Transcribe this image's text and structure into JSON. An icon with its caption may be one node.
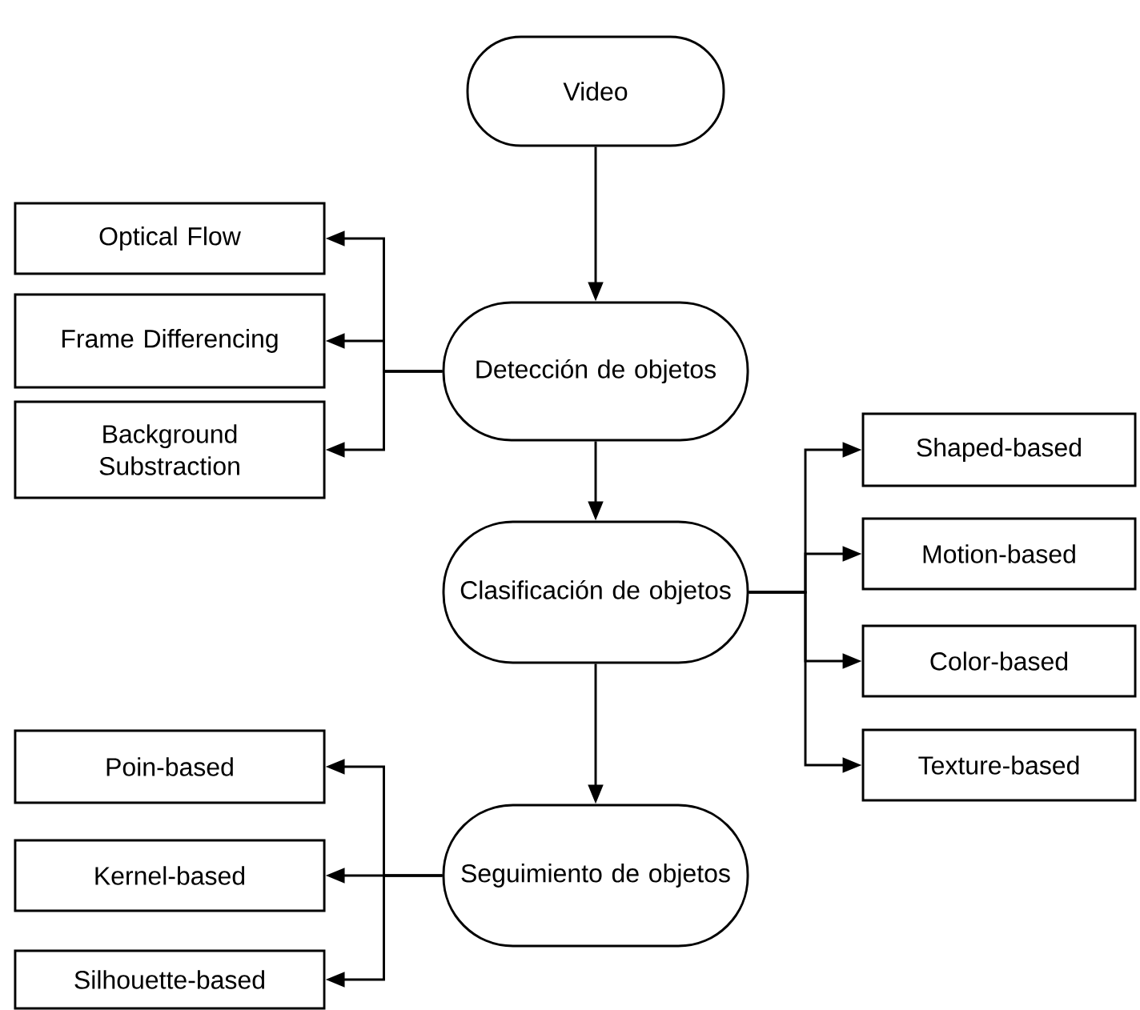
{
  "diagram": {
    "nodes": [
      {
        "text": [
          "Video"
        ]
      },
      {
        "text": [
          "Detección de objetos"
        ]
      },
      {
        "text": [
          "Clasificación de objetos"
        ]
      },
      {
        "text": [
          "Seguimiento de objetos"
        ]
      },
      {
        "text": [
          "Optical Flow"
        ]
      },
      {
        "text": [
          "Frame Differencing"
        ]
      },
      {
        "text": [
          "Background Substraction"
        ]
      },
      {
        "text": [
          "Shaped-based"
        ]
      },
      {
        "text": [
          "Motion-based"
        ]
      },
      {
        "text": [
          "Color-based"
        ]
      },
      {
        "text": [
          "Texture-based"
        ]
      },
      {
        "text": [
          "Poin-based"
        ]
      },
      {
        "text": [
          "Kernel-based"
        ]
      },
      {
        "text": [
          "Silhouette-based"
        ]
      }
    ],
    "edges": [
      {
        "from": 0,
        "to": 1,
        "arrow": "to"
      },
      {
        "from": 1,
        "to": 2,
        "arrow": "to"
      },
      {
        "from": 2,
        "to": 3,
        "arrow": "to"
      },
      {
        "from": 1,
        "to": 4,
        "arrow": "to"
      },
      {
        "from": 1,
        "to": 5,
        "arrow": "to"
      },
      {
        "from": 1,
        "to": 6,
        "arrow": "to"
      },
      {
        "from": 2,
        "to": 7,
        "arrow": "to"
      },
      {
        "from": 2,
        "to": 8,
        "arrow": "to"
      },
      {
        "from": 2,
        "to": 9,
        "arrow": "to"
      },
      {
        "from": 2,
        "to": 10,
        "arrow": "to"
      },
      {
        "from": 3,
        "to": 11,
        "arrow": "to"
      },
      {
        "from": 3,
        "to": 12,
        "arrow": "to"
      },
      {
        "from": 3,
        "to": 13,
        "arrow": "to"
      }
    ]
  }
}
